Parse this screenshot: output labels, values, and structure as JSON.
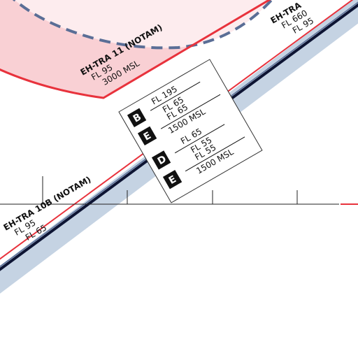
{
  "map": {
    "areas": {
      "tra11": {
        "name": "EH-TRA 11 (NOTAM)",
        "upper": "FL 95",
        "lower": "3000 MSL"
      },
      "tra10b": {
        "name": "EH-TRA 10B (NOTAM)",
        "upper": "FL 95",
        "lower": "FL 65"
      },
      "tra_right": {
        "name": "EH-TRA",
        "upper": "FL 660",
        "lower": "FL 95"
      }
    },
    "airspace_box": {
      "rows": [
        {
          "class": "B",
          "upper": "FL 195",
          "lower": "FL 65"
        },
        {
          "class": "E",
          "upper": "FL 65",
          "lower": "1500 MSL"
        },
        {
          "class": "D",
          "upper": "FL 65",
          "lower": "FL 55"
        },
        {
          "class": "E",
          "upper": "FL 55",
          "lower": "1500 MSL"
        }
      ]
    },
    "colors": {
      "restricted_fill": "#f8c8cc",
      "restricted_border": "#e8323c",
      "notam_dash": "#5a6e96",
      "corridor_band": "#c5d3e3",
      "route_line": "#0d1433",
      "red_line": "#e8323c"
    }
  }
}
